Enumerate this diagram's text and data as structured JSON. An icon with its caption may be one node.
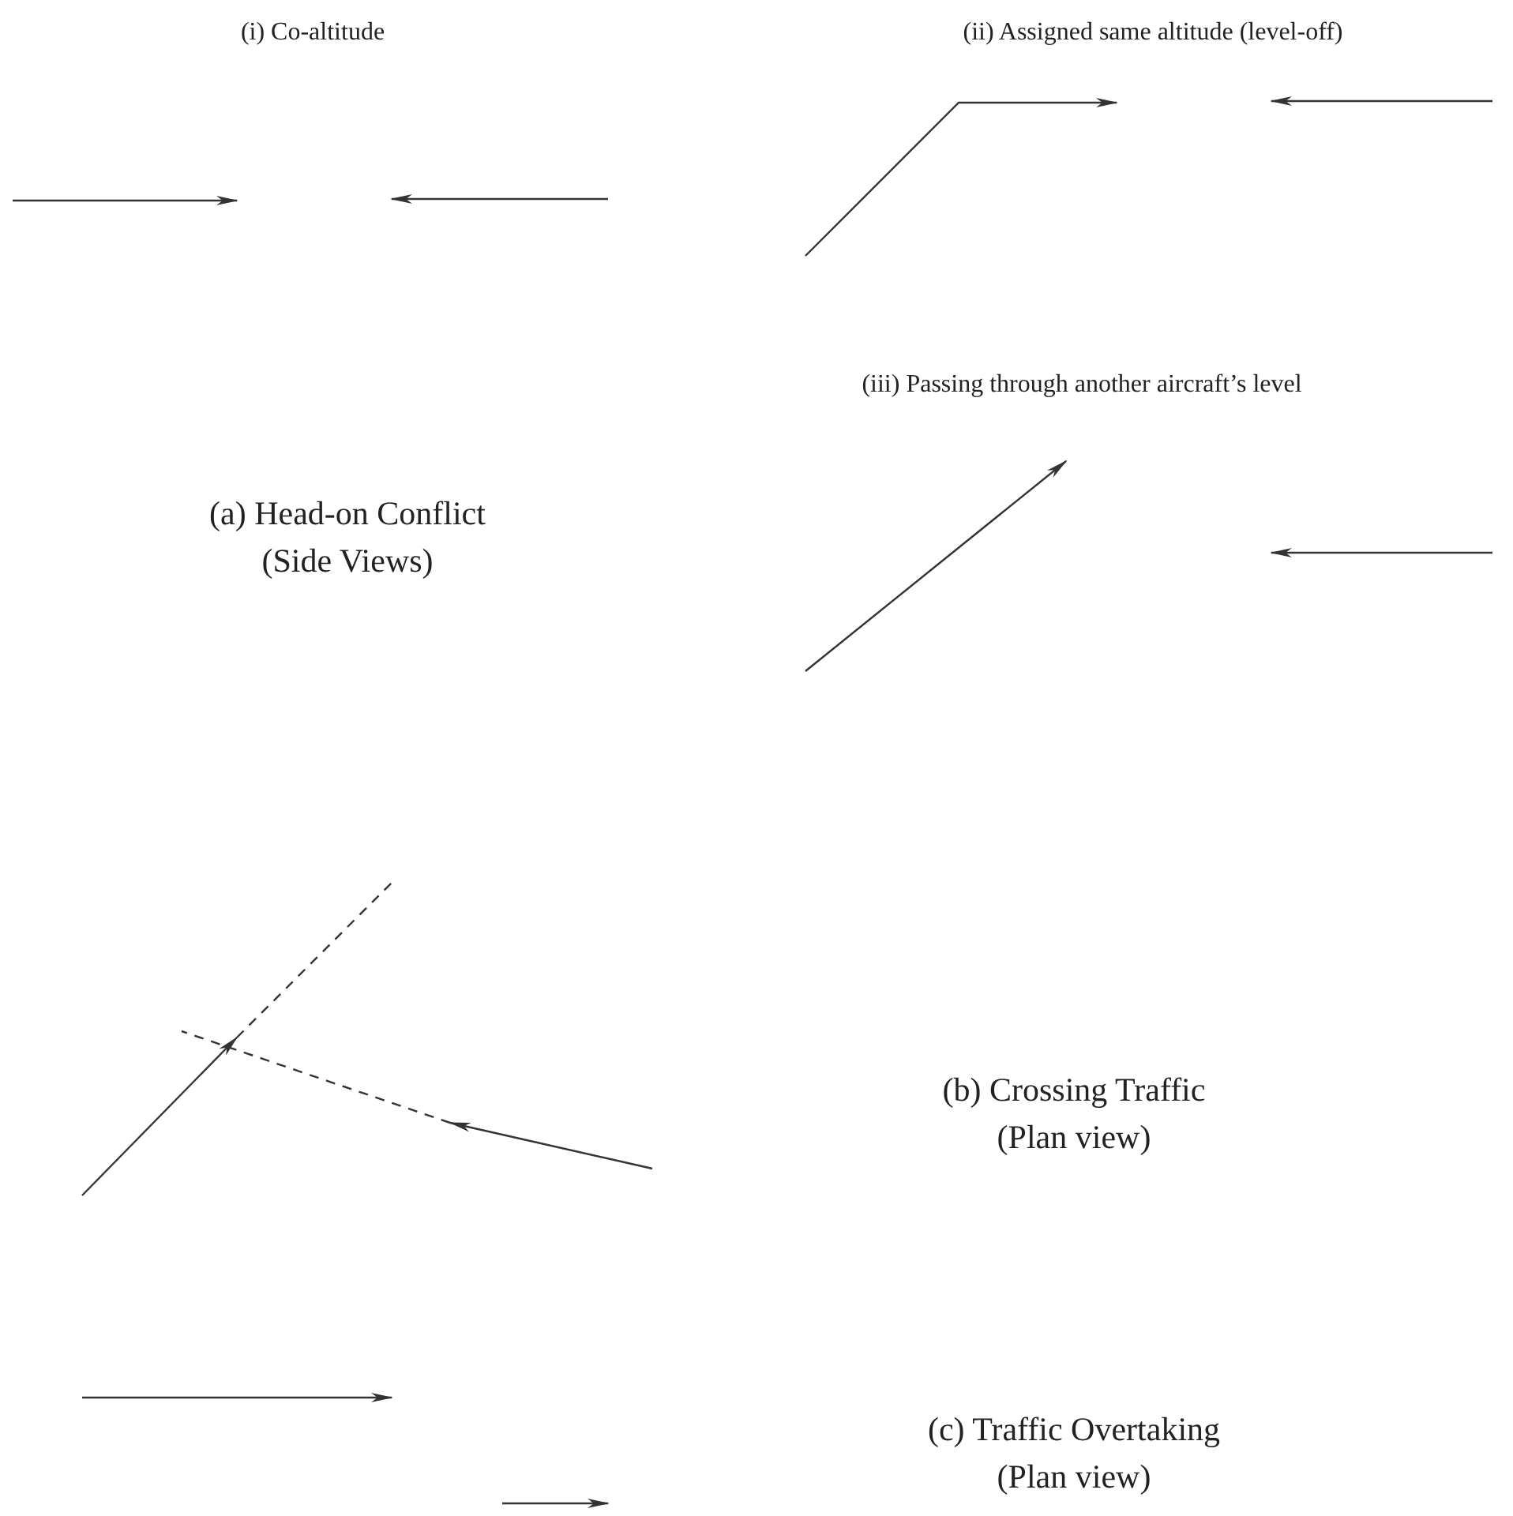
{
  "diagram": {
    "labels": [
      "(i) Co-altitude",
      "(ii) Assigned same altitude (level-off)",
      "(iii) Passing through another aircraft’s level",
      "(a) Head-on Conflict (Side Views)",
      "(b) Crossing Traffic (Plan view)",
      "(c) Traffic Overtaking (Plan view)"
    ]
  }
}
